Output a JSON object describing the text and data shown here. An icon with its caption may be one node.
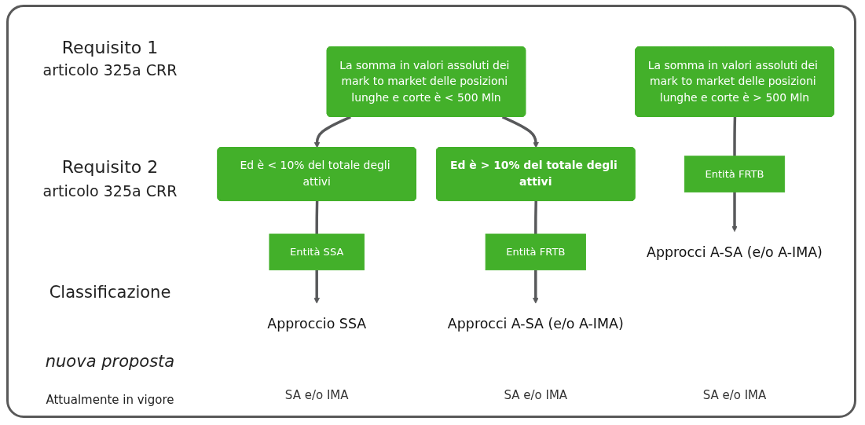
{
  "diagram": {
    "nodes": [
      {
        "text": [
          "La somma in valori assoluti dei mark to market delle posizioni lunghe e corte è < 500 Mln"
        ]
      },
      {
        "text": [
          "La somma in valori assoluti dei mark to market delle posizioni lunghe e corte è > 500 Mln"
        ]
      },
      {
        "text": [
          "Ed è < 10% del totale degli attivi"
        ]
      },
      {
        "text": [
          "Ed è > 10% del totale degli attivi"
        ]
      },
      {
        "text": [
          "Entità SSA"
        ]
      },
      {
        "text": [
          "Entità FRTB"
        ]
      },
      {
        "text": [
          "Entità FRTB"
        ]
      },
      {
        "text": [
          "Approccio SSA"
        ]
      },
      {
        "text": [
          "Approcci A-SA (e/o A-IMA)"
        ]
      },
      {
        "text": [
          "Approcci A-SA (e/o A-IMA)"
        ]
      }
    ],
    "edges": [
      {
        "from": 0,
        "to": 2,
        "arrow": "to"
      },
      {
        "from": 0,
        "to": 3,
        "arrow": "to"
      },
      {
        "from": 2,
        "to": 4,
        "arrow": "none"
      },
      {
        "from": 4,
        "to": 7,
        "arrow": "to"
      },
      {
        "from": 3,
        "to": 5,
        "arrow": "none"
      },
      {
        "from": 5,
        "to": 8,
        "arrow": "to"
      },
      {
        "from": 1,
        "to": 6,
        "arrow": "none"
      },
      {
        "from": 6,
        "to": 9,
        "arrow": "to"
      }
    ],
    "labels": [
      "Requisito 1",
      "articolo 325a CRR",
      "Requisito 2",
      "articolo 325a CRR",
      "Classificazione",
      "nuova proposta",
      "Attualmente in vigore",
      "SA e/o IMA",
      "SA e/o IMA",
      "SA e/o IMA"
    ]
  }
}
